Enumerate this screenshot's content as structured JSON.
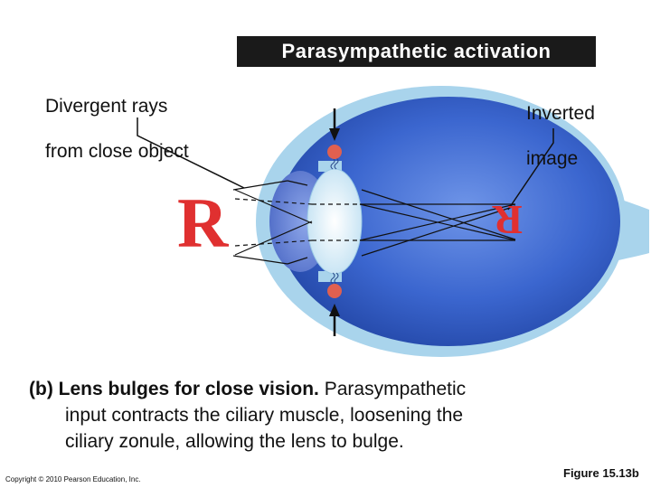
{
  "header": {
    "title": "Parasympathetic activation"
  },
  "labels": {
    "divergent_line1": "Divergent rays",
    "divergent_line2": "from close object",
    "inverted_line1": "Inverted",
    "inverted_line2": "image"
  },
  "object_letter": "R",
  "image_letter": "R",
  "caption": {
    "prefix": "(b) Lens bulges for close vision.",
    "text_line1": " Parasympathetic",
    "text_line2": "input contracts the ciliary muscle, loosening the",
    "text_line3": "ciliary zonule, allowing the lens to bulge."
  },
  "footer": {
    "copyright": "Copyright © 2010 Pearson Education, Inc.",
    "figure": "Figure 15.13b"
  },
  "colors": {
    "sclera": "#a9d4ec",
    "globe": "#2f5fc8",
    "lens": "#e8f4fb",
    "letter": "#e03030",
    "ciliary": "#e06050"
  }
}
